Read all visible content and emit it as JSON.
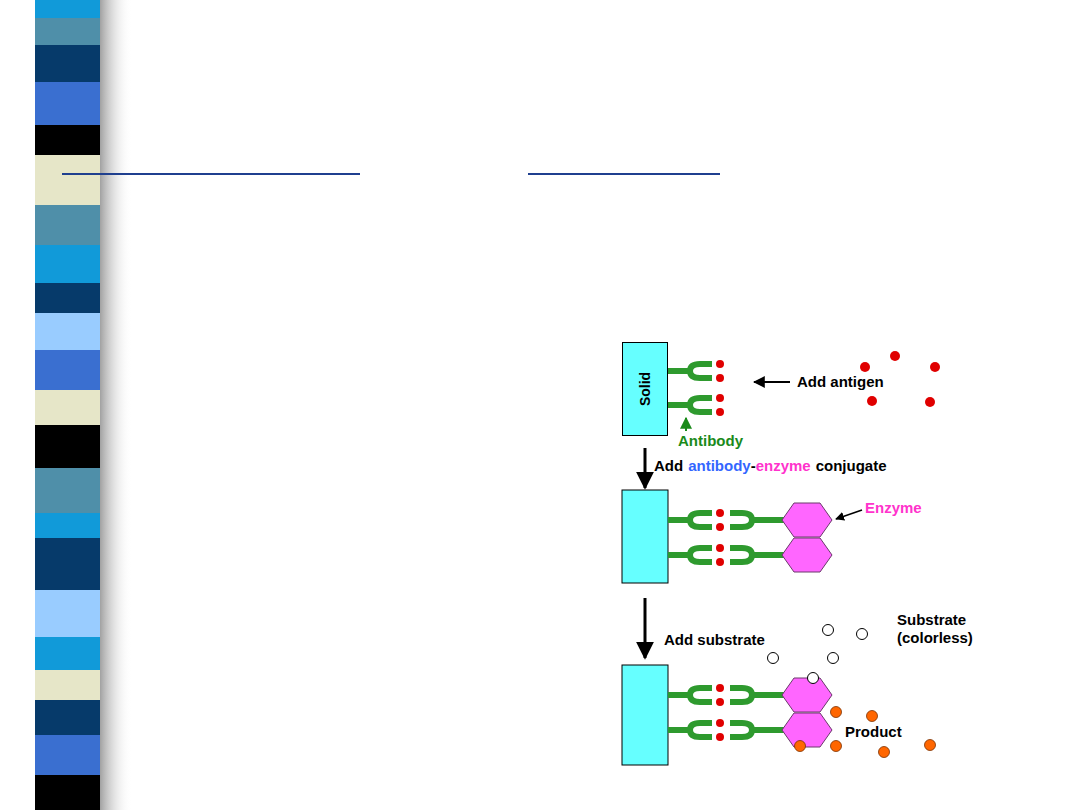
{
  "diagram": {
    "nodes": [
      {
        "text": [
          "Solid"
        ]
      }
    ],
    "labels": [
      "Add antigen",
      "Antibody",
      "Add",
      "antibody",
      "-",
      "enzyme",
      "conjugate",
      "Enzyme",
      "Add substrate",
      "Substrate (colorless)",
      "Product"
    ]
  }
}
